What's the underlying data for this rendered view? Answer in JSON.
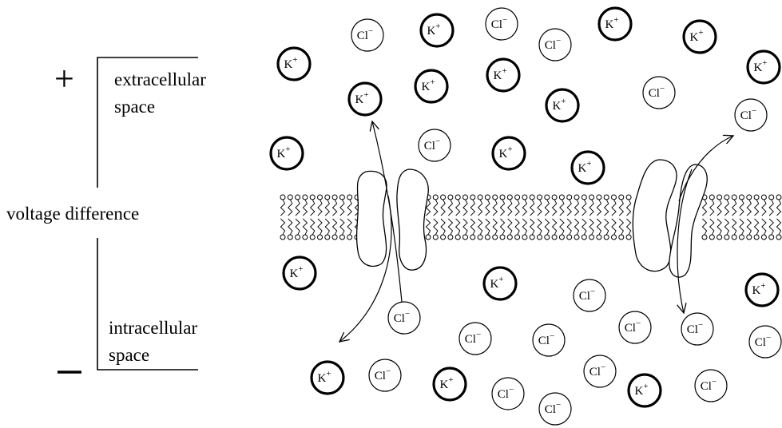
{
  "labels": {
    "plus": "+",
    "minus": "−",
    "extracellular_line1": "extracellular",
    "extracellular_line2": "space",
    "voltage": "voltage difference",
    "intracellular_line1": "intracellular",
    "intracellular_line2": "space"
  },
  "ions": {
    "potassium": {
      "symbol": "K",
      "charge": "+"
    },
    "chloride": {
      "symbol": "Cl",
      "charge": "−"
    }
  },
  "colors": {
    "stroke": "#000000",
    "background": "#ffffff"
  }
}
